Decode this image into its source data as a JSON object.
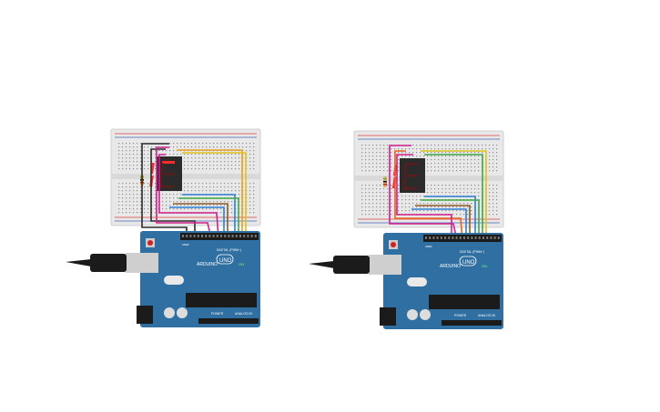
{
  "canvas": {
    "background": "#ffffff"
  },
  "circuits": [
    {
      "name": "left-circuit",
      "display_digit": "7",
      "arduino": {
        "brand_label": "ARDUINO",
        "model_label": "UNO",
        "on_label": "ON",
        "digital_label": "DIGITAL (PWM~)",
        "power_label": "POWER",
        "analog_label": "ANALOG IN",
        "aref_label": "AREF"
      },
      "wire_colors": [
        "#2a2a2a",
        "#2a2a2a",
        "#d21f8c",
        "#d21f8c",
        "#e6a11f",
        "#2f7fd3",
        "#3fa944",
        "#e0c21c",
        "#8a5a2b"
      ]
    },
    {
      "name": "right-circuit",
      "display_digit": "1",
      "arduino": {
        "brand_label": "ARDUINO",
        "model_label": "UNO",
        "on_label": "ON",
        "digital_label": "DIGITAL (PWM~)",
        "power_label": "POWER",
        "analog_label": "ANALOG IN",
        "aref_label": "AREF"
      },
      "wire_colors": [
        "#d21f8c",
        "#d21f8c",
        "#e6641f",
        "#2f7fd3",
        "#3fa944",
        "#e0c21c",
        "#8a5a2b"
      ]
    }
  ],
  "colors": {
    "breadboard": "#e8e8e8",
    "board_blue": "#2f6fa1",
    "display_body": "#2b2b2b",
    "segment_on": "#ff2a2a",
    "segment_off": "#5a1d1d"
  }
}
